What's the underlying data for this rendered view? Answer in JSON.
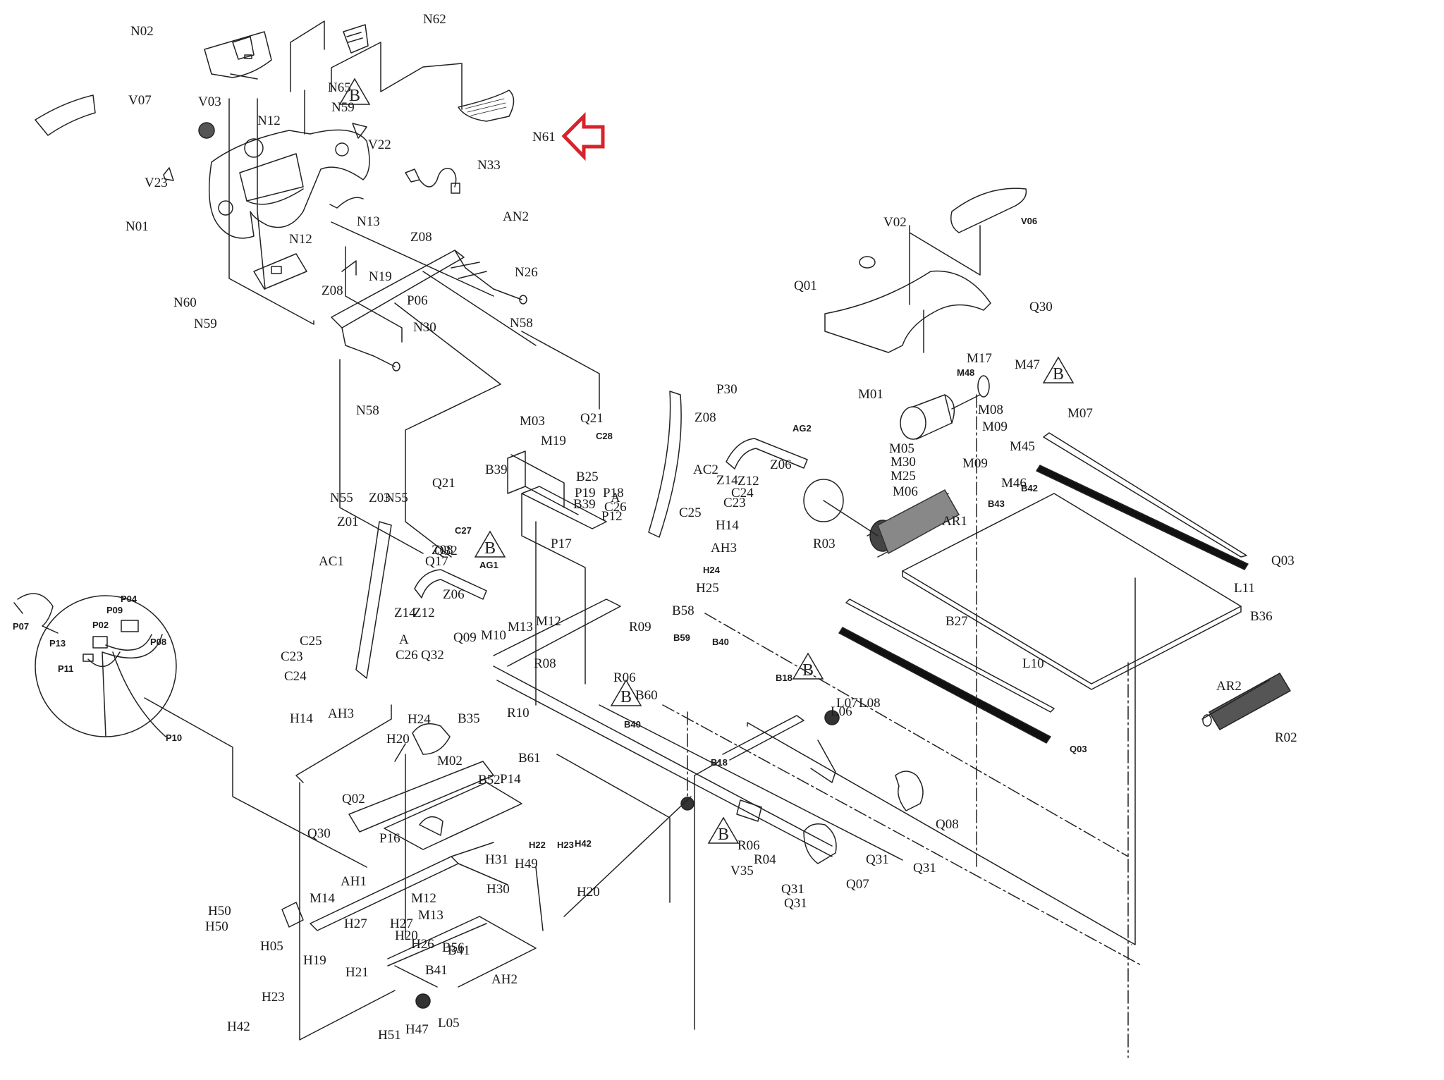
{
  "diagram": {
    "title": "Treadmill exploded parts diagram",
    "highlight": {
      "part": "N61",
      "marker": "red-arrow",
      "color": "#d7232a"
    },
    "revision_mark": "B",
    "labels": [
      "N02",
      "N62",
      "N65",
      "N59",
      "V07",
      "V03",
      "N12",
      "N61",
      "V22",
      "N33",
      "V23",
      "N01",
      "N13",
      "N12",
      "AN2",
      "Z08",
      "N19",
      "N26",
      "Z08",
      "P06",
      "N60",
      "N30",
      "N59",
      "N58",
      "N58",
      "V02",
      "V06",
      "Q01",
      "Q30",
      "M17",
      "M48",
      "M47",
      "M01",
      "M07",
      "M08",
      "M09",
      "M05",
      "M45",
      "M30",
      "M25",
      "M09",
      "M06",
      "M46",
      "B42",
      "B43",
      "P30",
      "Q21",
      "C28",
      "Z08",
      "AG2",
      "M03",
      "M19",
      "Z06",
      "AC2",
      "B39",
      "B25",
      "Z14",
      "Z12",
      "P19",
      "C24",
      "P18",
      "C26",
      "C23",
      "C25",
      "A",
      "B39",
      "P12",
      "P17",
      "H14",
      "AH3",
      "H24",
      "H25",
      "N55",
      "Z03",
      "N55",
      "Q21",
      "Z01",
      "C27",
      "Z08",
      "AG1",
      "AC1",
      "Z06",
      "Q32",
      "Z14",
      "Z12",
      "Q17",
      "R03",
      "AR1",
      "Q03",
      "L11",
      "B36",
      "B27",
      "L10",
      "AR2",
      "R02",
      "Q03",
      "P04",
      "P09",
      "P07",
      "P02",
      "P13",
      "P08",
      "P11",
      "P10",
      "C25",
      "C23",
      "A",
      "C26",
      "C24",
      "Q09",
      "M13",
      "M12",
      "M10",
      "Q32",
      "B58",
      "R09",
      "B59",
      "B40",
      "R08",
      "R06",
      "B60",
      "B18",
      "L06",
      "L07",
      "L08",
      "H14",
      "AH3",
      "H24",
      "H20",
      "B35",
      "R10",
      "B40",
      "M02",
      "B61",
      "B52",
      "P14",
      "B18",
      "Q08",
      "Q02",
      "P16",
      "R06",
      "R04",
      "Q31",
      "Q31",
      "Q30",
      "V35",
      "Q31",
      "Q07",
      "Q31",
      "H22",
      "H23",
      "H42",
      "H31",
      "H49",
      "H20",
      "AH1",
      "H30",
      "H50",
      "M14",
      "M12",
      "H50",
      "H27",
      "M13",
      "H27",
      "B41",
      "H05",
      "H20",
      "H26",
      "B56",
      "H19",
      "H21",
      "B41",
      "AH2",
      "H23",
      "H42",
      "H51",
      "H47",
      "L05"
    ]
  }
}
